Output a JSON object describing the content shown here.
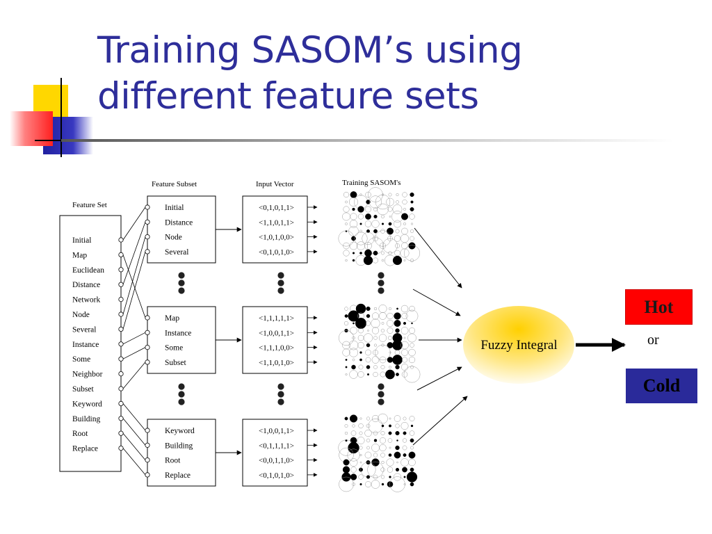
{
  "slide": {
    "title_line1": "Training SASOM’s using",
    "title_line2": "different feature sets"
  },
  "diagram": {
    "headers": {
      "feature_set": "Feature Set",
      "feature_subset": "Feature Subset",
      "input_vector": "Input Vector",
      "training_sasoms": "Training SASOM's"
    },
    "feature_set": [
      "Initial",
      "Map",
      "Euclidean",
      "Distance",
      "Network",
      "Node",
      "Several",
      "Instance",
      "Some",
      "Neighbor",
      "Subset",
      "Keyword",
      "Building",
      "Root",
      "Replace"
    ],
    "subsets": [
      {
        "features": [
          "Initial",
          "Distance",
          "Node",
          "Several"
        ],
        "vectors": [
          "<0,1,0,1,1>",
          "<1,1,0,1,1>",
          "<1,0,1,0,0>",
          "<0,1,0,1,0>"
        ]
      },
      {
        "features": [
          "Map",
          "Instance",
          "Some",
          "Subset"
        ],
        "vectors": [
          "<1,1,1,1,1>",
          "<1,0,0,1,1>",
          "<1,1,1,0,0>",
          "<1,1,0,1,0>"
        ]
      },
      {
        "features": [
          "Keyword",
          "Building",
          "Root",
          "Replace"
        ],
        "vectors": [
          "<1,0,0,1,1>",
          "<0,1,1,1,1>",
          "<0,0,1,1,0>",
          "<0,1,0,1,0>"
        ]
      }
    ],
    "fuzzy_integral": "Fuzzy Integral",
    "output_or": "or",
    "outputs": {
      "hot": {
        "label": "Hot",
        "color": "#ff0000"
      },
      "cold": {
        "label": "Cold",
        "color": "#2a2a9a"
      }
    }
  },
  "decoration": {
    "colors": {
      "yellow": "#ffd700",
      "red": "#ff4040",
      "blue": "#3838b8",
      "title": "#2e2e9a"
    }
  }
}
